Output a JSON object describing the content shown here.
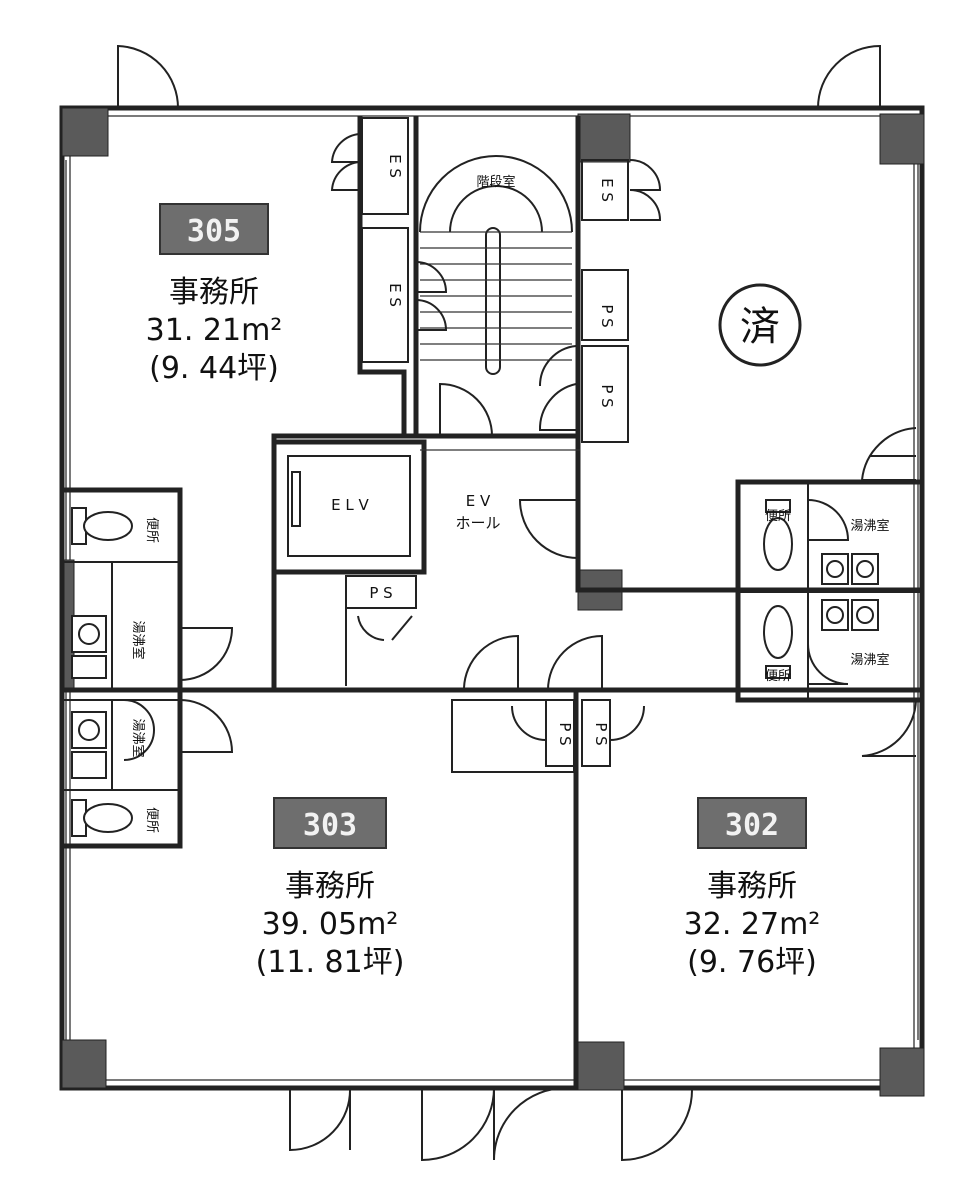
{
  "units": [
    {
      "id": "305",
      "type": "事務所",
      "area": "31. 21m²",
      "tsubo": "(9. 44坪)"
    },
    {
      "id": "303",
      "type": "事務所",
      "area": "39. 05m²",
      "tsubo": "(11. 81坪)"
    },
    {
      "id": "302",
      "type": "事務所",
      "area": "32. 27m²",
      "tsubo": "(9. 76坪)"
    }
  ],
  "stamp": "済",
  "labels": {
    "stairs": "階段室",
    "elv": "E L V",
    "ev_hall_1": "E V",
    "ev_hall_2": "ホール",
    "es": "E S",
    "ps": "P S",
    "toilet": "便所",
    "washroom": "湯沸室"
  }
}
